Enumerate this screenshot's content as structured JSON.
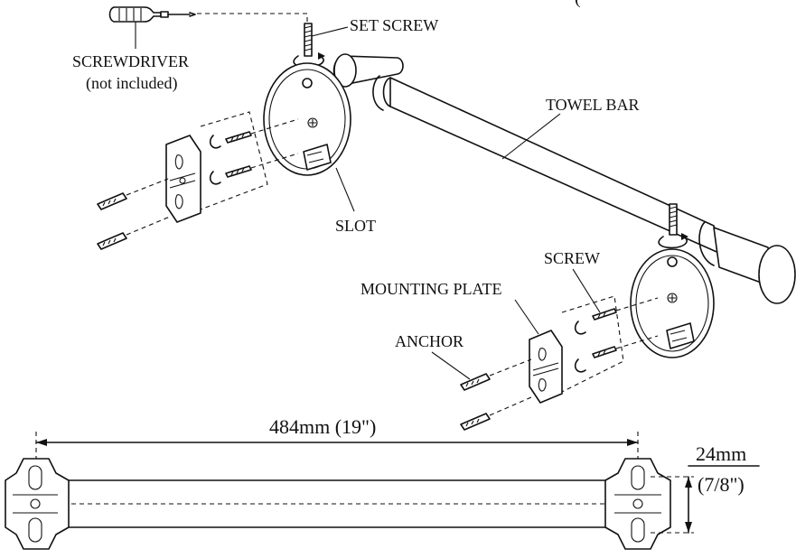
{
  "labels": {
    "set_screw": "SET SCREW",
    "screwdriver": "SCREWDRIVER",
    "screwdriver_note": "(not included)",
    "towel_bar": "TOWEL BAR",
    "slot": "SLOT",
    "screw": "SCREW",
    "mounting_plate": "MOUNTING PLATE",
    "anchor": "ANCHOR"
  },
  "dimensions": {
    "length": "484mm (19\")",
    "offset_mm": "24mm",
    "offset_in": "(7/8\")"
  },
  "header_fragment": "(",
  "icons": [
    "screwdriver-icon",
    "set-screw-icon",
    "mounting-plate-icon",
    "anchor-icon",
    "screw-icon",
    "rotation-arrow-icon"
  ]
}
